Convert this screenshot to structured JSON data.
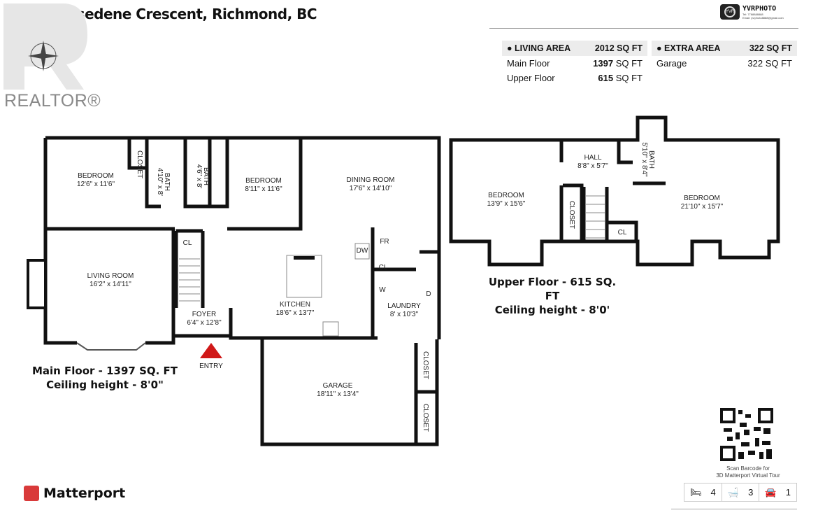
{
  "title": "10080 Rosedene Crescent, Richmond, BC",
  "realtor_logo": "REALTOR®",
  "photographer": {
    "brand": "YVRPHOTO",
    "badge": "YVR",
    "tel": "Tel: 7788888888",
    "email": "Email: yvrphoto8888@gmail.com"
  },
  "areas": {
    "living": {
      "label": "LIVING AREA",
      "total": "2012 SQ FT",
      "rows": [
        {
          "name": "Main Floor",
          "value": "1397",
          "unit": "SQ FT"
        },
        {
          "name": "Upper Floor",
          "value": "615",
          "unit": "SQ FT"
        }
      ]
    },
    "extra": {
      "label": "EXTRA AREA",
      "total": "322 SQ FT",
      "rows": [
        {
          "name": "Garage",
          "value": "322",
          "unit": "SQ FT"
        }
      ]
    }
  },
  "main_floor": {
    "caption": "Main Floor - 1397 SQ. FT",
    "ceiling": "Ceiling height - 8'0\"",
    "entry": "ENTRY",
    "rooms": {
      "bedroom1": {
        "name": "BEDROOM",
        "dim": "12'6\" x 11'6\""
      },
      "closet1": {
        "name": "CLOSET"
      },
      "bath1": {
        "name": "BATH",
        "dim": "4'10\" x 8'"
      },
      "bath2": {
        "name": "BATH",
        "dim": "4'6\" x 8'"
      },
      "bedroom2": {
        "name": "BEDROOM",
        "dim": "8'11\" x 11'6\""
      },
      "dining": {
        "name": "DINING ROOM",
        "dim": "17'6\" x 14'10\""
      },
      "living": {
        "name": "LIVING ROOM",
        "dim": "16'2\" x 14'11\""
      },
      "cl": {
        "name": "CL"
      },
      "foyer": {
        "name": "FOYER",
        "dim": "6'4\" x 12'8\""
      },
      "kitchen": {
        "name": "KITCHEN",
        "dim": "18'6\" x 13'7\""
      },
      "dw": {
        "name": "DW"
      },
      "fr": {
        "name": "FR"
      },
      "cl2": {
        "name": "CL"
      },
      "w": {
        "name": "W"
      },
      "d": {
        "name": "D"
      },
      "laundry": {
        "name": "LAUNDRY",
        "dim": "8' x 10'3\""
      },
      "garage": {
        "name": "GARAGE",
        "dim": "18'11\" x 13'4\""
      },
      "closet2": {
        "name": "CLOSET"
      },
      "closet3": {
        "name": "CLOSET"
      }
    }
  },
  "upper_floor": {
    "caption": "Upper Floor - 615 SQ. FT",
    "ceiling": "Ceiling height - 8'0'",
    "rooms": {
      "bedroom1": {
        "name": "BEDROOM",
        "dim": "13'9\" x 15'6\""
      },
      "hall": {
        "name": "HALL",
        "dim": "8'8\" x 5'7\""
      },
      "bath": {
        "name": "BATH",
        "dim": "5'10\" x 8'4\""
      },
      "bedroom2": {
        "name": "BEDROOM",
        "dim": "21'10\" x 15'7\""
      },
      "closet": {
        "name": "CLOSET"
      },
      "cl": {
        "name": "CL"
      }
    }
  },
  "footer": {
    "brand": "Matterport",
    "qr_caption_1": "Scan Barcode for",
    "qr_caption_2": "3D Matterport Virtual Tour",
    "stats": [
      {
        "icon": "bed-icon",
        "value": "4"
      },
      {
        "icon": "bathtub-icon",
        "value": "3"
      },
      {
        "icon": "car-icon",
        "value": "1"
      }
    ]
  },
  "colors": {
    "wall": "#111111",
    "entry": "#d01818",
    "matterport": "#d93a3a"
  }
}
